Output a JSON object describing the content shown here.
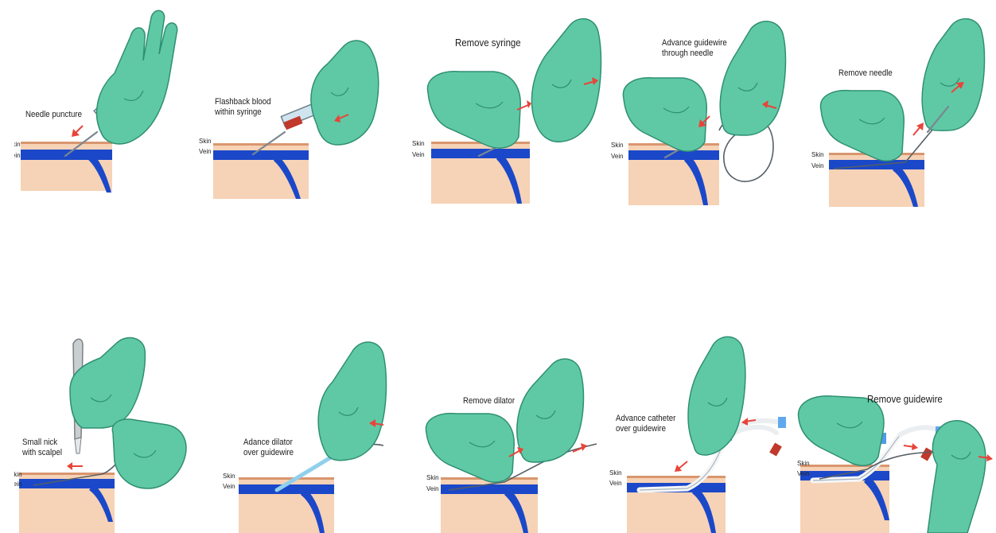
{
  "colors": {
    "glove": "#5fc9a5",
    "glove_dark": "#2f8f73",
    "skin": "#f6d2b6",
    "skin_edge": "#d9966e",
    "vein": "#1b48c9",
    "vein_light": "#5d86ea",
    "arrow": "#e8443a",
    "syringe_cap": "#c0392b"
  },
  "tissue": {
    "skin": "Skin",
    "vein": "Vein"
  },
  "steps": [
    {
      "label": "Needle puncture",
      "tools": [
        "syringe",
        "needle"
      ]
    },
    {
      "label": "Flashback blood\nwithin syringe",
      "tools": [
        "syringe",
        "needle"
      ]
    },
    {
      "label": "Remove syringe",
      "tools": [
        "syringe",
        "needle"
      ]
    },
    {
      "label": "Advance guidewire\nthrough needle",
      "tools": [
        "needle",
        "guidewire"
      ]
    },
    {
      "label": "Remove needle",
      "tools": [
        "needle",
        "guidewire"
      ]
    },
    {
      "label": "Small nick\nwith scalpel",
      "tools": [
        "scalpel",
        "guidewire"
      ]
    },
    {
      "label": "Adance dilator\nover guidewire",
      "tools": [
        "dilator",
        "guidewire"
      ]
    },
    {
      "label": "Remove dilator",
      "tools": [
        "dilator",
        "guidewire"
      ]
    },
    {
      "label": "Advance catheter\nover guidewire",
      "tools": [
        "catheter",
        "guidewire"
      ]
    },
    {
      "label": "Remove guidewire",
      "tools": [
        "catheter",
        "guidewire"
      ]
    }
  ]
}
